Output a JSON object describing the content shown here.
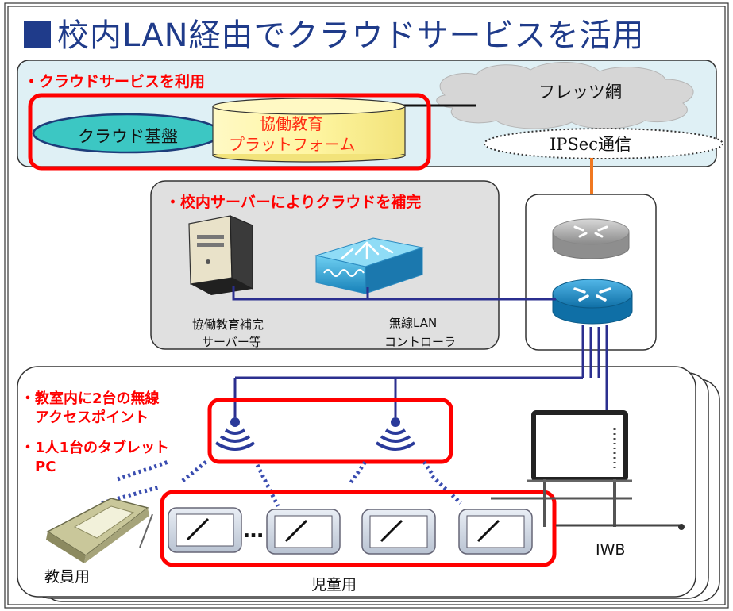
{
  "title": "校内LAN経由でクラウドサービスを活用",
  "cloud_section": {
    "heading": "・クラウドサービスを利用",
    "cloud_base": "クラウド基盤",
    "platform_line1": "協働教育",
    "platform_line2": "プラットフォーム",
    "flets": "フレッツ網",
    "ipsec": "IPSec通信"
  },
  "server_section": {
    "heading": "・校内サーバーによりクラウドを補完",
    "server_label_line1": "協働教育補完",
    "server_label_line2": "サーバー等",
    "controller_label_line1": "無線LAN",
    "controller_label_line2": "コントローラ"
  },
  "classroom_section": {
    "note1_line1": "・教室内に2台の無線",
    "note1_line2": "アクセスポイント",
    "note2_line1": "・1人1台のタブレット",
    "note2_line2": "PC",
    "teacher_label": "教員用",
    "student_label": "児童用",
    "iwb_label": "IWB",
    "ellipsis": "…"
  },
  "colors": {
    "title": "#1f3b8a",
    "highlight_red": "#ff0000",
    "cloud_panel": "#dff0f5",
    "server_panel": "#e0e0e0",
    "network_line": "#2b2f8f",
    "uplink_line": "#f07820",
    "router_blue": "#1d8bc4",
    "router_gray": "#a8a8a8",
    "cloud_base_fill": "#3cc7c3",
    "platform_fill": "#fff6a3",
    "signal_blue": "#2a3a9a"
  }
}
